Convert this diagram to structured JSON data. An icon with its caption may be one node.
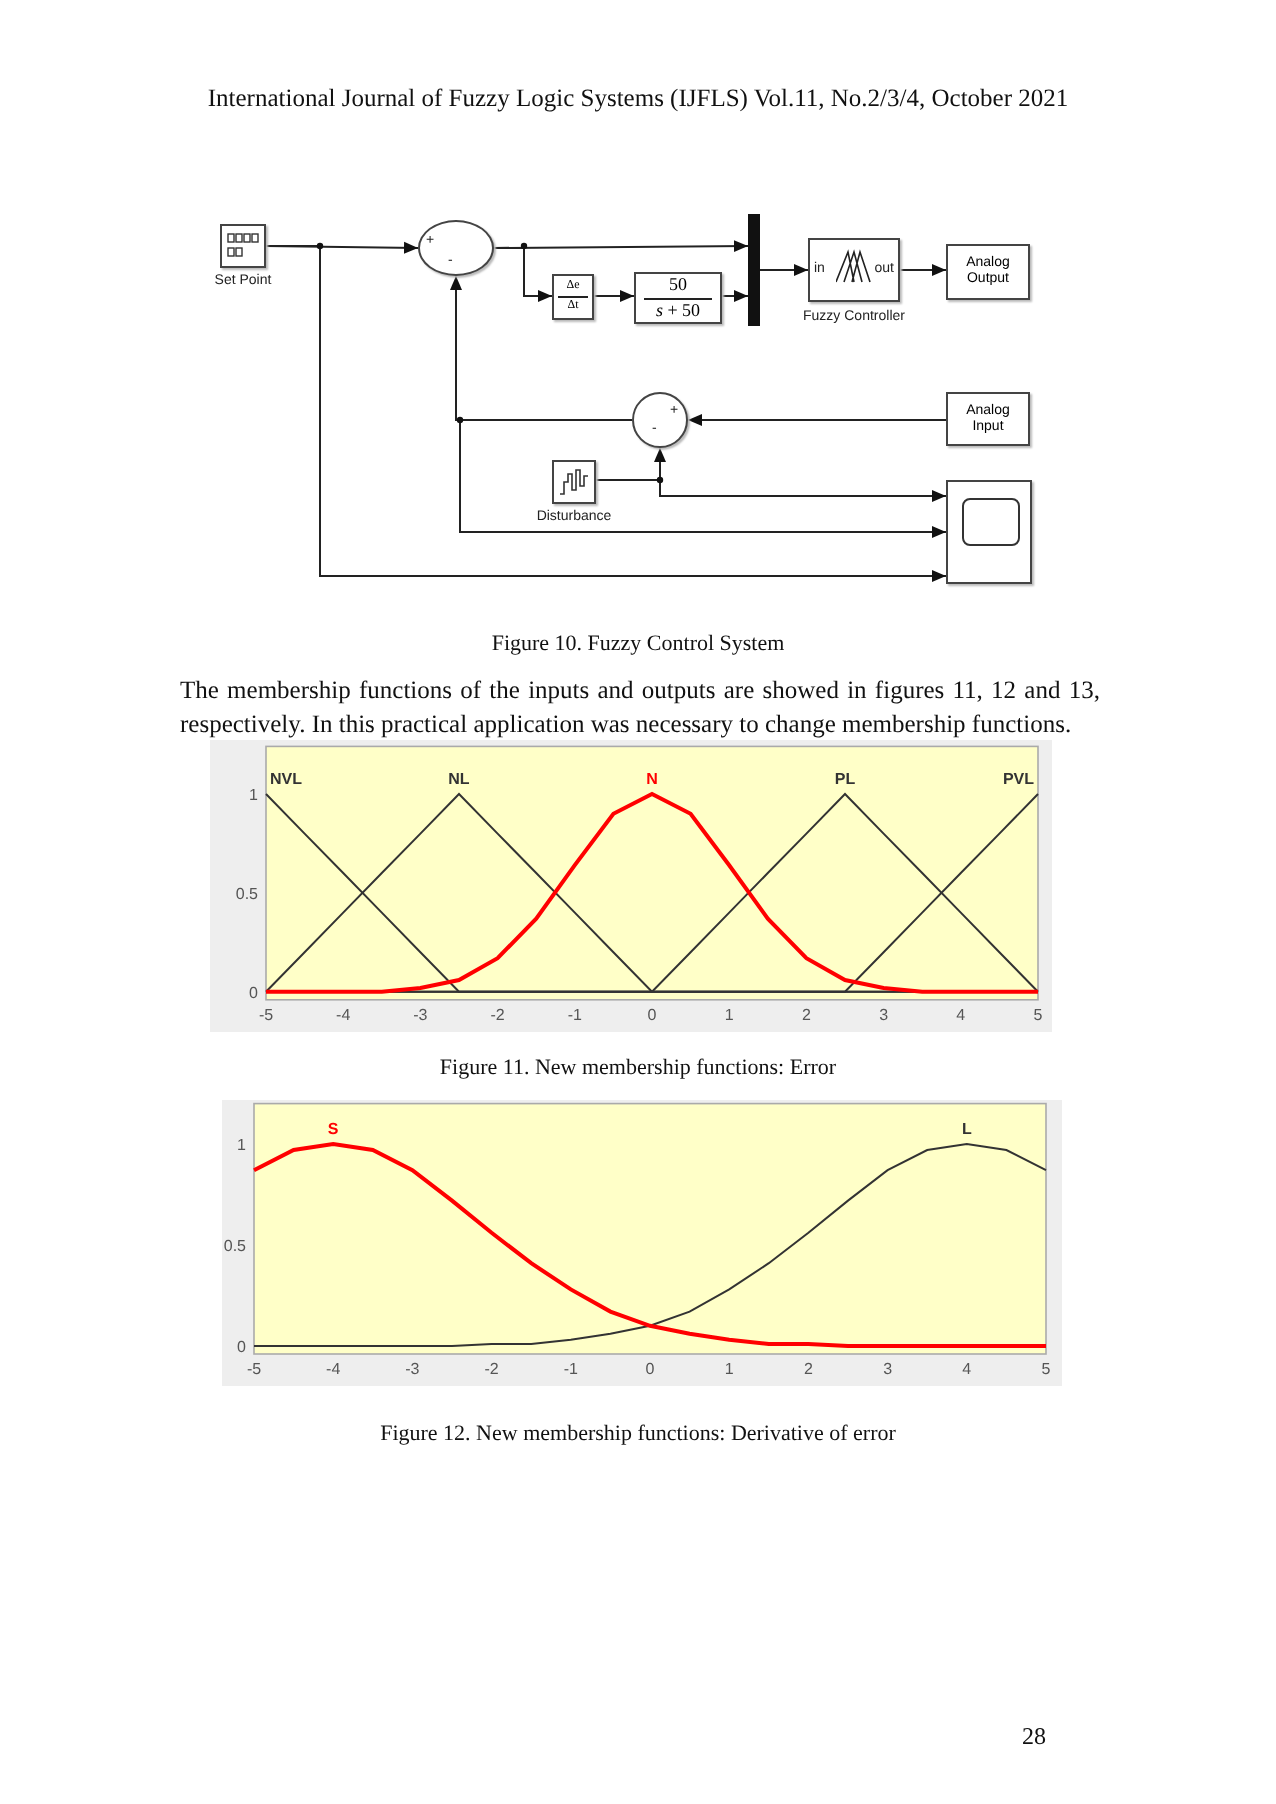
{
  "diagram": {
    "nodes": [
      {
        "text": [
          "Set Point"
        ]
      },
      {
        "text": [
          "+",
          "-"
        ]
      },
      {
        "text": [
          "Δe",
          "Δt"
        ]
      },
      {
        "text": [
          "50",
          "*s* + 50"
        ]
      },
      {
        "text": [],
        "shape": "bar"
      },
      {
        "text": [
          "in",
          "out",
          "Fuzzy Controller"
        ]
      },
      {
        "text": [
          "Analog Output"
        ]
      },
      {
        "text": [
          "Analog Input"
        ]
      },
      {
        "text": [
          "+",
          "-"
        ]
      },
      {
        "text": [
          "Disturbance"
        ]
      },
      {
        "text": [],
        "shape": "box"
      }
    ],
    "edges": [
      {
        "from": 0,
        "to": 1,
        "arrow": "to"
      },
      {
        "from": 0,
        "to": 10,
        "arrow": "to"
      },
      {
        "from": 1,
        "to": 4,
        "arrow": "to"
      },
      {
        "from": 1,
        "to": 2,
        "arrow": "to"
      },
      {
        "from": 2,
        "to": 3,
        "arrow": "to"
      },
      {
        "from": 3,
        "to": 4,
        "arrow": "to"
      },
      {
        "from": 4,
        "to": 5,
        "arrow": "to"
      },
      {
        "from": 5,
        "to": 6,
        "arrow": "to"
      },
      {
        "from": 7,
        "to": 8,
        "arrow": "to"
      },
      {
        "from": 8,
        "to": 1,
        "arrow": "to"
      },
      {
        "from": 8,
        "to": 10,
        "arrow": "to"
      },
      {
        "from": 9,
        "to": 8,
        "arrow": "to"
      },
      {
        "from": 9,
        "to": 10,
        "arrow": "to"
      }
    ],
    "labels": [
      "International Journal of Fuzzy Logic Systems (IJFLS) Vol.11, No.2/3/4, October 2021",
      "Figure 10. Fuzzy Control System",
      "The membership functions of the inputs and outputs are showed in figures 11, 12 and 13, respectively. In this practical application was necessary to change membership functions.",
      "Figure 11.  New membership functions: Error",
      "Figure 12.  New membership functions: Derivative of error",
      "28"
    ],
    "chart_data": [
      {
        "type": "line",
        "x": [
          -5,
          -4.5,
          -4,
          -3.5,
          -3,
          -2.5,
          -2,
          -1.5,
          -1,
          -0.5,
          0,
          0.5,
          1,
          1.5,
          2,
          2.5,
          3,
          3.5,
          4,
          4.5,
          5
        ],
        "xlim": [
          -5,
          5
        ],
        "ylim": [
          -0.04,
          1.24
        ],
        "xticks": [
          -5,
          -4,
          -3,
          -2,
          -1,
          0,
          1,
          2,
          3,
          4,
          5
        ],
        "yticks": [
          0,
          0.5,
          1
        ],
        "series": [
          {
            "name": "NVL",
            "color": "#333333",
            "values": [
              1,
              0.8,
              0.6,
              0.4,
              0.2,
              0,
              0,
              0,
              0,
              0,
              0,
              0,
              0,
              0,
              0,
              0,
              0,
              0,
              0,
              0,
              0
            ]
          },
          {
            "name": "NL",
            "color": "#333333",
            "values": [
              0,
              0.2,
              0.4,
              0.6,
              0.8,
              1,
              0.8,
              0.6,
              0.4,
              0.2,
              0,
              0,
              0,
              0,
              0,
              0,
              0,
              0,
              0,
              0,
              0
            ]
          },
          {
            "name": "N",
            "color": "#ff0000",
            "values": [
              0,
              0,
              0,
              0,
              0.02,
              0.06,
              0.17,
              0.37,
              0.64,
              0.9,
              1,
              0.9,
              0.64,
              0.37,
              0.17,
              0.06,
              0.02,
              0,
              0,
              0,
              0
            ]
          },
          {
            "name": "PL",
            "color": "#333333",
            "values": [
              0,
              0,
              0,
              0,
              0,
              0,
              0,
              0,
              0,
              0,
              0,
              0.2,
              0.4,
              0.6,
              0.8,
              1,
              0.8,
              0.6,
              0.4,
              0.2,
              0
            ]
          },
          {
            "name": "PVL",
            "color": "#333333",
            "values": [
              0,
              0,
              0,
              0,
              0,
              0,
              0,
              0,
              0,
              0,
              0,
              0,
              0,
              0,
              0,
              0,
              0.2,
              0.4,
              0.6,
              0.8,
              1
            ]
          }
        ]
      },
      {
        "type": "line",
        "x": [
          -5,
          -4.5,
          -4,
          -3.5,
          -3,
          -2.5,
          -2,
          -1.5,
          -1,
          -0.5,
          0,
          0.5,
          1,
          1.5,
          2,
          2.5,
          3,
          3.5,
          4,
          4.5,
          5
        ],
        "xlim": [
          -5,
          5
        ],
        "ylim": [
          -0.04,
          1.2
        ],
        "xticks": [
          -5,
          -4,
          -3,
          -2,
          -1,
          0,
          1,
          2,
          3,
          4,
          5
        ],
        "yticks": [
          0,
          0.5,
          1
        ],
        "series": [
          {
            "name": "S",
            "color": "#ff0000",
            "values": [
              0.87,
              0.97,
              1,
              0.97,
              0.87,
              0.72,
              0.56,
              0.41,
              0.28,
              0.17,
              0.1,
              0.06,
              0.03,
              0.01,
              0.01,
              0,
              0,
              0,
              0,
              0,
              0
            ]
          },
          {
            "name": "L",
            "color": "#333333",
            "values": [
              0,
              0,
              0,
              0,
              0,
              0,
              0.01,
              0.01,
              0.03,
              0.06,
              0.1,
              0.17,
              0.28,
              0.41,
              0.56,
              0.72,
              0.87,
              0.97,
              1,
              0.97,
              0.87
            ]
          }
        ]
      }
    ]
  }
}
